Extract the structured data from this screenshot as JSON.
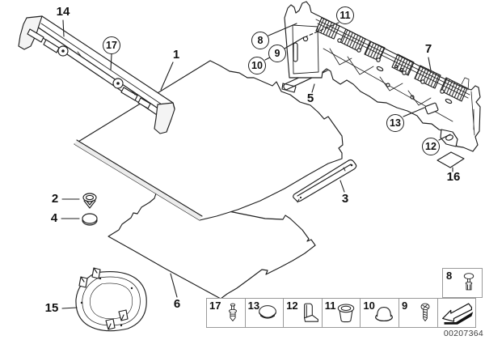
{
  "diagram": {
    "drawing_number": "00207364",
    "background_color": "#ffffff",
    "line_color": "#1f1f1f",
    "shade_color": "#ececec",
    "legend_border_color": "#9a9a9a"
  },
  "callouts": {
    "n1": "1",
    "n2": "2",
    "n3": "3",
    "n4": "4",
    "n5": "5",
    "n6": "6",
    "n7": "7",
    "n8": "8",
    "n9": "9",
    "n10": "10",
    "n11": "11",
    "n12": "12",
    "n13": "13",
    "n14": "14",
    "n15": "15",
    "n16": "16",
    "n17": "17"
  },
  "legend": {
    "items": [
      {
        "num": "17",
        "icon": "expanding-rivet-icon"
      },
      {
        "num": "13",
        "icon": "cover-cap-icon"
      },
      {
        "num": "12",
        "icon": "clamp-bracket-icon"
      },
      {
        "num": "11",
        "icon": "oval-grommet-icon"
      },
      {
        "num": "10",
        "icon": "blind-plug-icon"
      },
      {
        "num": "9",
        "icon": "screw-icon"
      }
    ],
    "box8": {
      "num": "8",
      "icon": "rivet-pin-icon"
    },
    "arrow": {
      "icon": "reference-arrow-icon"
    }
  }
}
